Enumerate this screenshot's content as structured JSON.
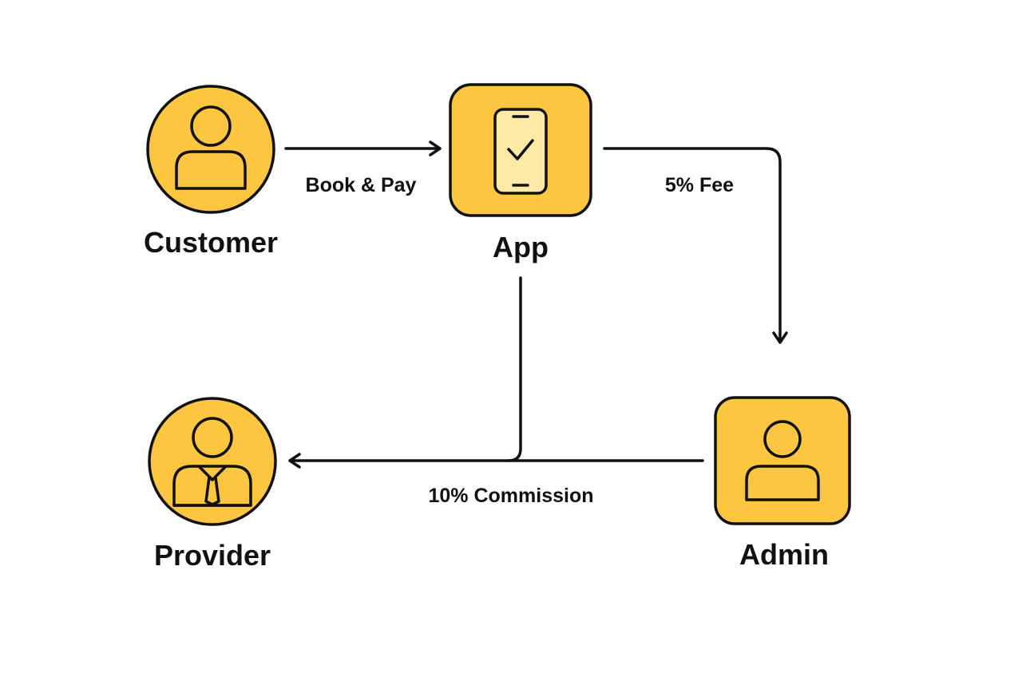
{
  "nodes": {
    "customer": {
      "label": "Customer",
      "icon": "person-icon"
    },
    "app": {
      "label": "App",
      "icon": "smartphone-check-icon"
    },
    "admin": {
      "label": "Admin",
      "icon": "person-icon"
    },
    "provider": {
      "label": "Provider",
      "icon": "businessman-icon"
    }
  },
  "edges": {
    "customer_to_app": {
      "label": "Book & Pay"
    },
    "app_to_admin": {
      "label": "5% Fee"
    },
    "admin_to_provider": {
      "label": "10% Commission"
    }
  },
  "colors": {
    "node_fill": "#FDC640",
    "screen_fill": "#FFE9A6",
    "stroke": "#111111",
    "background": "#FFFFFF"
  }
}
